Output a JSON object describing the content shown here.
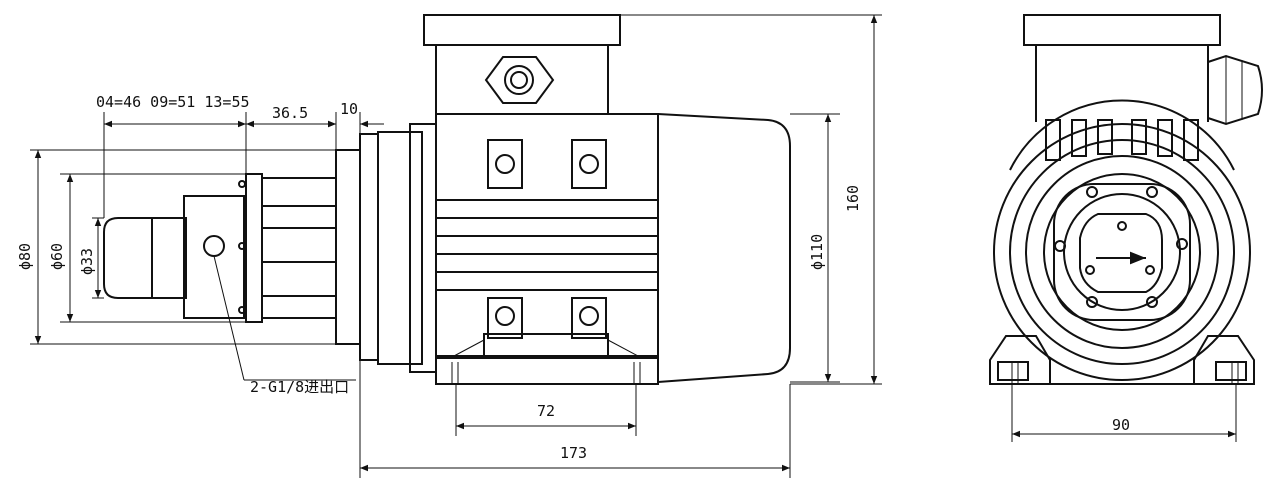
{
  "dimensions": {
    "pump_lengths": "04=46 09=51 13=55",
    "flange_length": "36.5",
    "spacer_length": "10",
    "dia_80": "ϕ80",
    "dia_60": "ϕ60",
    "dia_33": "ϕ33",
    "dia_110": "ϕ110",
    "height": "160",
    "foot_spacing": "72",
    "overall_length": "173",
    "end_width": "90"
  },
  "callouts": {
    "port_label": "2-G1/8进出口"
  }
}
